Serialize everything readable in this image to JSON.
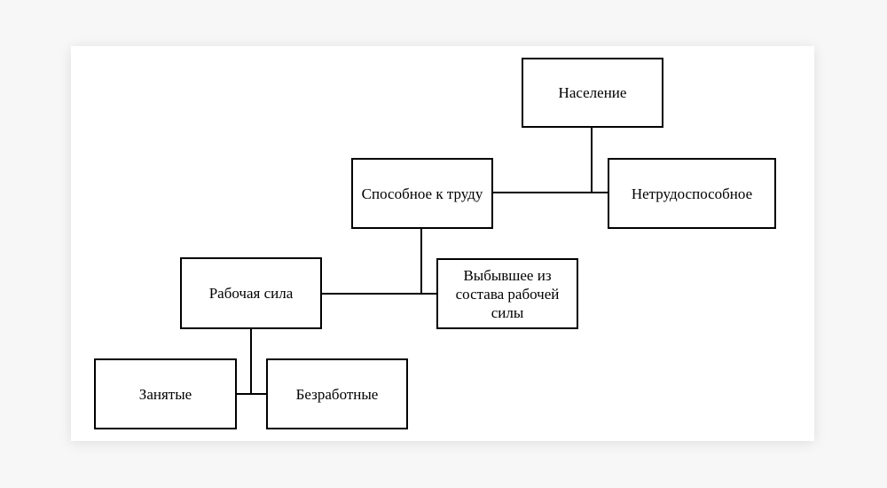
{
  "diagram": {
    "nodes": {
      "population": "Население",
      "disabled": "Нетрудоспособное",
      "able": "Способное к труду",
      "left_labor": "Выбывшее из состава рабочей силы",
      "labor_force": "Рабочая сила",
      "employed": "Занятые",
      "unemployed": "Безработные"
    }
  }
}
